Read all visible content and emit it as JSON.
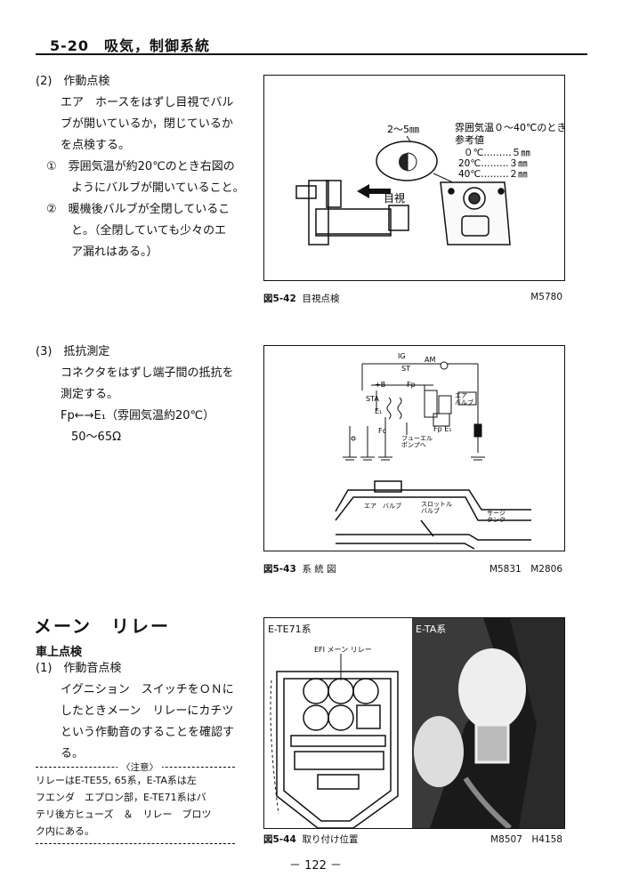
{
  "header": {
    "title": "5-20　吸気，制御系統"
  },
  "sec2": {
    "heading": "(2)　作動点検",
    "lines": [
      "エア　ホースをはずし目視でバル",
      "ブが開いているか，閉じているか",
      "を点検する。"
    ],
    "item1": [
      "①　雰囲気温が約20℃のとき右図の",
      "ようにバルブが開いていること。"
    ],
    "item2": [
      "②　暖機後バルブが全閉しているこ",
      "と。（全閉していても少々のエ",
      "ア漏れはある。）"
    ]
  },
  "fig42": {
    "gap_label": "2～5㎜",
    "view_label": "目視",
    "ref_title": "雰囲気温０～40℃のとき",
    "ref_sub": "参考値",
    "ref_rows": [
      "０℃………５㎜",
      "20℃………３㎜",
      "40℃………２㎜"
    ],
    "caption_num": "図5-42",
    "caption_text": "目視点検",
    "code": "M5780"
  },
  "sec3": {
    "heading": "(3)　抵抗測定",
    "lines": [
      "コネクタをはずし端子間の抵抗を",
      "測定する。"
    ],
    "formula": "Fp←→E₁（雰囲気温約20℃）",
    "value": "50～65Ω"
  },
  "fig43": {
    "labels": {
      "ig": "IG",
      "am": "AM",
      "st": "ST",
      "pb": "+B",
      "fp": "Fp",
      "sta": "STA",
      "e1": "E₁",
      "fc": "Fc",
      "air_valve": "エア\nバルブ",
      "fp_e1": "Fp E₁",
      "fuel_pump": "フューエル\nポンプへ",
      "air_valve2": "エア　バルブ",
      "throttle": "スロットル\nバルブ",
      "surge": "サージ\nタンク"
    },
    "caption_num": "図5-43",
    "caption_text": "系 統 図",
    "code": "M5831　M2806"
  },
  "sec_relay": {
    "title": "メーン　リレー",
    "sub": "車上点検",
    "heading": "(1)　作動音点検",
    "lines": [
      "イグニション　スイッチをＯＮに",
      "したときメーン　リレーにカチツ",
      "という作動音のすることを確認す",
      "る。"
    ],
    "note_title": "〈注意〉",
    "note_lines": [
      "リレーはE-TE55, 65系，E-TA系は左",
      "フエンダ　エプロン部，E-TE71系はバ",
      "テリ後方ヒューズ　＆　リレー　ブロツ",
      "ク内にある。"
    ]
  },
  "fig44": {
    "left_label": "E-TE71系",
    "right_label": "E-TA系",
    "efi_label": "EFI メーン リレー",
    "caption_num": "図5-44",
    "caption_text": "取り付け位置",
    "code": "M8507　H4158"
  },
  "footer": {
    "page": "－ 122 －"
  }
}
